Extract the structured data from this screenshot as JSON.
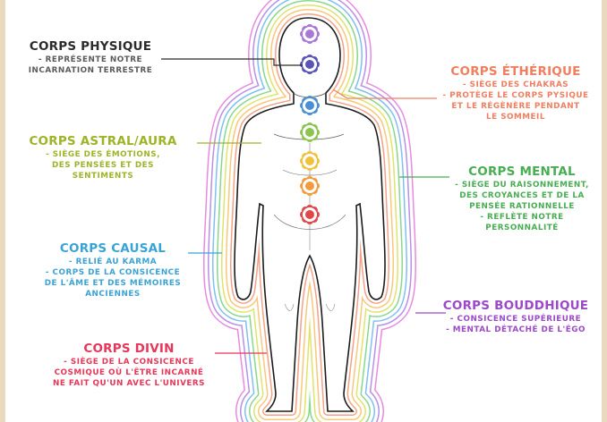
{
  "colors": {
    "physique": "#2b2b2b",
    "etherique": "#f07e5f",
    "astral": "#9fb327",
    "mental": "#48ad52",
    "causal": "#3aa3d5",
    "bouddhique": "#9b48c9",
    "divin": "#e8365a",
    "background_frame": "#ead9bf"
  },
  "bodies": {
    "physique": {
      "title": "CORPS PHYSIQUE",
      "lines": [
        "- REPRÉSENTE NOTRE",
        "INCARNATION TERRESTRE"
      ]
    },
    "etherique": {
      "title": "CORPS ÉTHÉRIQUE",
      "lines": [
        "- SIÈGE DES CHAKRAS",
        "- PROTÈGE LE CORPS PYSIQUE",
        "ET LE RÉGÈNÈRE PENDANT",
        "LE SOMMEIL"
      ]
    },
    "astral": {
      "title": "CORPS ASTRAL/AURA",
      "lines": [
        "- SIÈGE DES ÉMOTIONS,",
        "DES PENSÉES ET DES",
        "SENTIMENTS"
      ]
    },
    "mental": {
      "title": "CORPS MENTAL",
      "lines": [
        "- SIÈGE DU RAISONNEMENT,",
        "DES CROYANCES ET DE LA",
        "PENSÉE RATIONNELLE",
        "- REFLÈTE NOTRE",
        "PERSONNALITÉ"
      ]
    },
    "causal": {
      "title": "CORPS CAUSAL",
      "lines": [
        "- RELIÉ AU KARMA",
        "- CORPS DE LA CONSICENCE",
        "DE L'ÂME ET DES MÉMOIRES",
        "ANCIENNES"
      ]
    },
    "bouddhique": {
      "title": "CORPS BOUDDHIQUE",
      "lines": [
        "- CONSICENCE SUPÉRIEURE",
        "- MENTAL DÉTACHÉ DE L'ÉGO"
      ]
    },
    "divin": {
      "title": "CORPS DIVIN",
      "lines": [
        "- SIÈGE DE LA CONSICENCE",
        "COSMIQUE OÙ L'ÊTRE INCARNÉ",
        "NE FAIT QU'UN AVEC L'UNIVERS"
      ]
    }
  },
  "auras": [
    {
      "name": "divin",
      "color": "#e98ae0"
    },
    {
      "name": "bouddhique",
      "color": "#b98fe8"
    },
    {
      "name": "causal",
      "color": "#7fbff2"
    },
    {
      "name": "mental",
      "color": "#8ad68c"
    },
    {
      "name": "astral",
      "color": "#dfe36a"
    },
    {
      "name": "etherique-outer",
      "color": "#f9c77a"
    },
    {
      "name": "etherique-inner",
      "color": "#f4a186"
    }
  ],
  "chakras": [
    {
      "name": "crown",
      "color": "#a878d6"
    },
    {
      "name": "third-eye",
      "color": "#5a55b5"
    },
    {
      "name": "throat",
      "color": "#4a8fd4"
    },
    {
      "name": "heart",
      "color": "#8cc44f"
    },
    {
      "name": "solar-plexus",
      "color": "#f2c13c"
    },
    {
      "name": "sacral",
      "color": "#f39a3d"
    },
    {
      "name": "root",
      "color": "#e04848"
    }
  ]
}
